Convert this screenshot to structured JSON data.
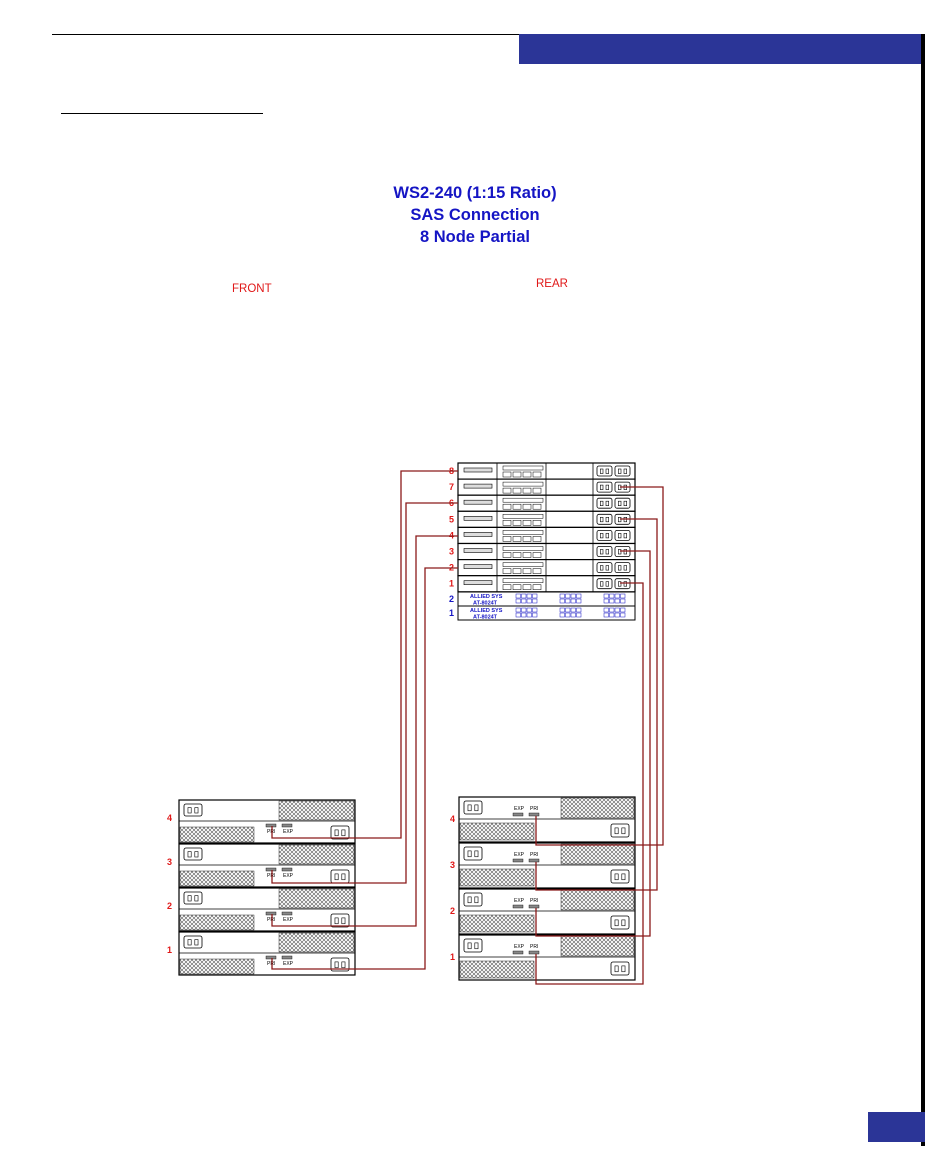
{
  "title_lines": [
    "WS2-240 (1:15 Ratio)",
    "SAS Connection",
    "8 Node Partial"
  ],
  "labels": {
    "front": "FRONT",
    "rear": "REAR"
  },
  "node_numbers": [
    "8",
    "7",
    "6",
    "5",
    "4",
    "3",
    "2",
    "1"
  ],
  "switches": [
    {
      "number": "2",
      "line1": "ALLIED SYS",
      "line2": "AT-8024T"
    },
    {
      "number": "1",
      "line1": "ALLIED SYS",
      "line2": "AT-8024T"
    }
  ],
  "front_shelf_numbers": [
    "4",
    "3",
    "2",
    "1"
  ],
  "rear_shelf_numbers": [
    "4",
    "3",
    "2",
    "1"
  ],
  "front_port_labels": {
    "pri": "PRI",
    "exp": "EXP"
  },
  "rear_port_labels": {
    "exp": "EXP",
    "pri": "PRI"
  },
  "colors": {
    "accent": "#2b3597",
    "title": "#1515c4",
    "label": "#e01818",
    "cable": "#8b1a1a"
  }
}
